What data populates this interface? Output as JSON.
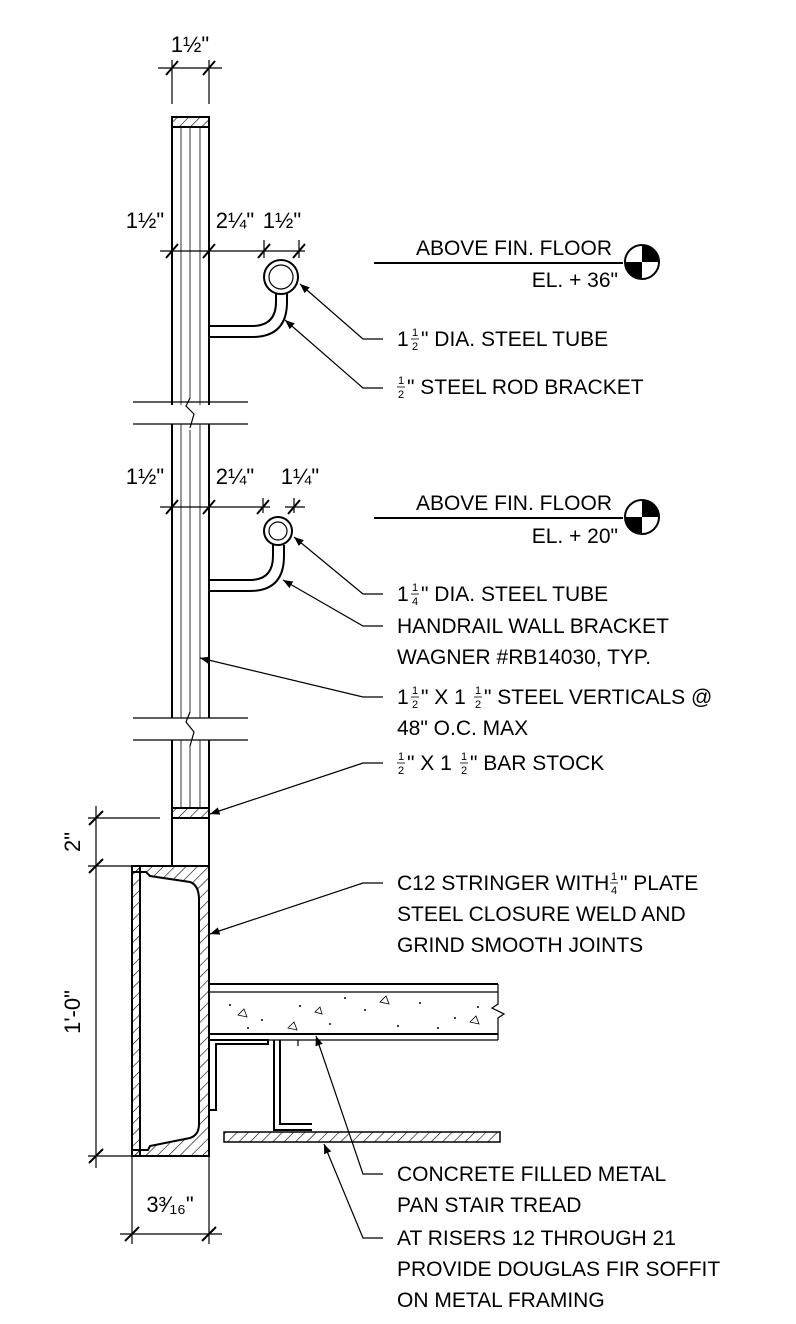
{
  "dimensions": {
    "top_width": "1½\"",
    "upper_offset": "1½\"",
    "upper_gap": "2¼\"",
    "upper_tube": "1½\"",
    "lower_offset": "1½\"",
    "lower_gap": "2¼\"",
    "lower_tube": "1¼\"",
    "bar_height": "2\"",
    "stringer_height": "1'-0\"",
    "stringer_width": "3³⁄₁₆\""
  },
  "elevations": {
    "upper": {
      "label": "ABOVE FIN. FLOOR",
      "value": "EL. + 36\""
    },
    "lower": {
      "label": "ABOVE FIN. FLOOR",
      "value": "EL. + 20\""
    }
  },
  "notes": {
    "tube_upper": {
      "prefix": "1",
      "frac": [
        "1",
        "2"
      ],
      "suffix": "\" DIA. STEEL TUBE"
    },
    "rod_bracket": {
      "prefix": "",
      "frac": [
        "1",
        "2"
      ],
      "suffix": "\" STEEL ROD BRACKET"
    },
    "tube_lower": {
      "prefix": "1",
      "frac": [
        "1",
        "4"
      ],
      "suffix": "\" DIA. STEEL TUBE"
    },
    "wall_bracket": [
      "HANDRAIL WALL BRACKET",
      "WAGNER #RB14030, TYP."
    ],
    "verticals": {
      "line1": {
        "prefix": "1",
        "frac": [
          "1",
          "2"
        ],
        "mid": "\" X 1",
        "frac2": [
          "1",
          "2"
        ],
        "suffix": "\" STEEL VERTICALS @"
      },
      "line2": "48\" O.C. MAX"
    },
    "bar_stock": {
      "frac": [
        "1",
        "2"
      ],
      "mid": "\" X 1",
      "frac2": [
        "1",
        "2"
      ],
      "suffix": "\" BAR STOCK"
    },
    "stringer": {
      "line1": {
        "prefix": "C12 STRINGER WITH ",
        "frac": [
          "1",
          "4"
        ],
        "suffix": "\" PLATE"
      },
      "line2": "STEEL CLOSURE WELD AND",
      "line3": "GRIND SMOOTH JOINTS"
    },
    "tread": [
      "CONCRETE FILLED METAL",
      "PAN STAIR TREAD"
    ],
    "soffit": [
      "AT RISERS 12 THROUGH 21",
      "PROVIDE DOUGLAS FIR SOFFIT",
      "ON METAL FRAMING"
    ]
  }
}
